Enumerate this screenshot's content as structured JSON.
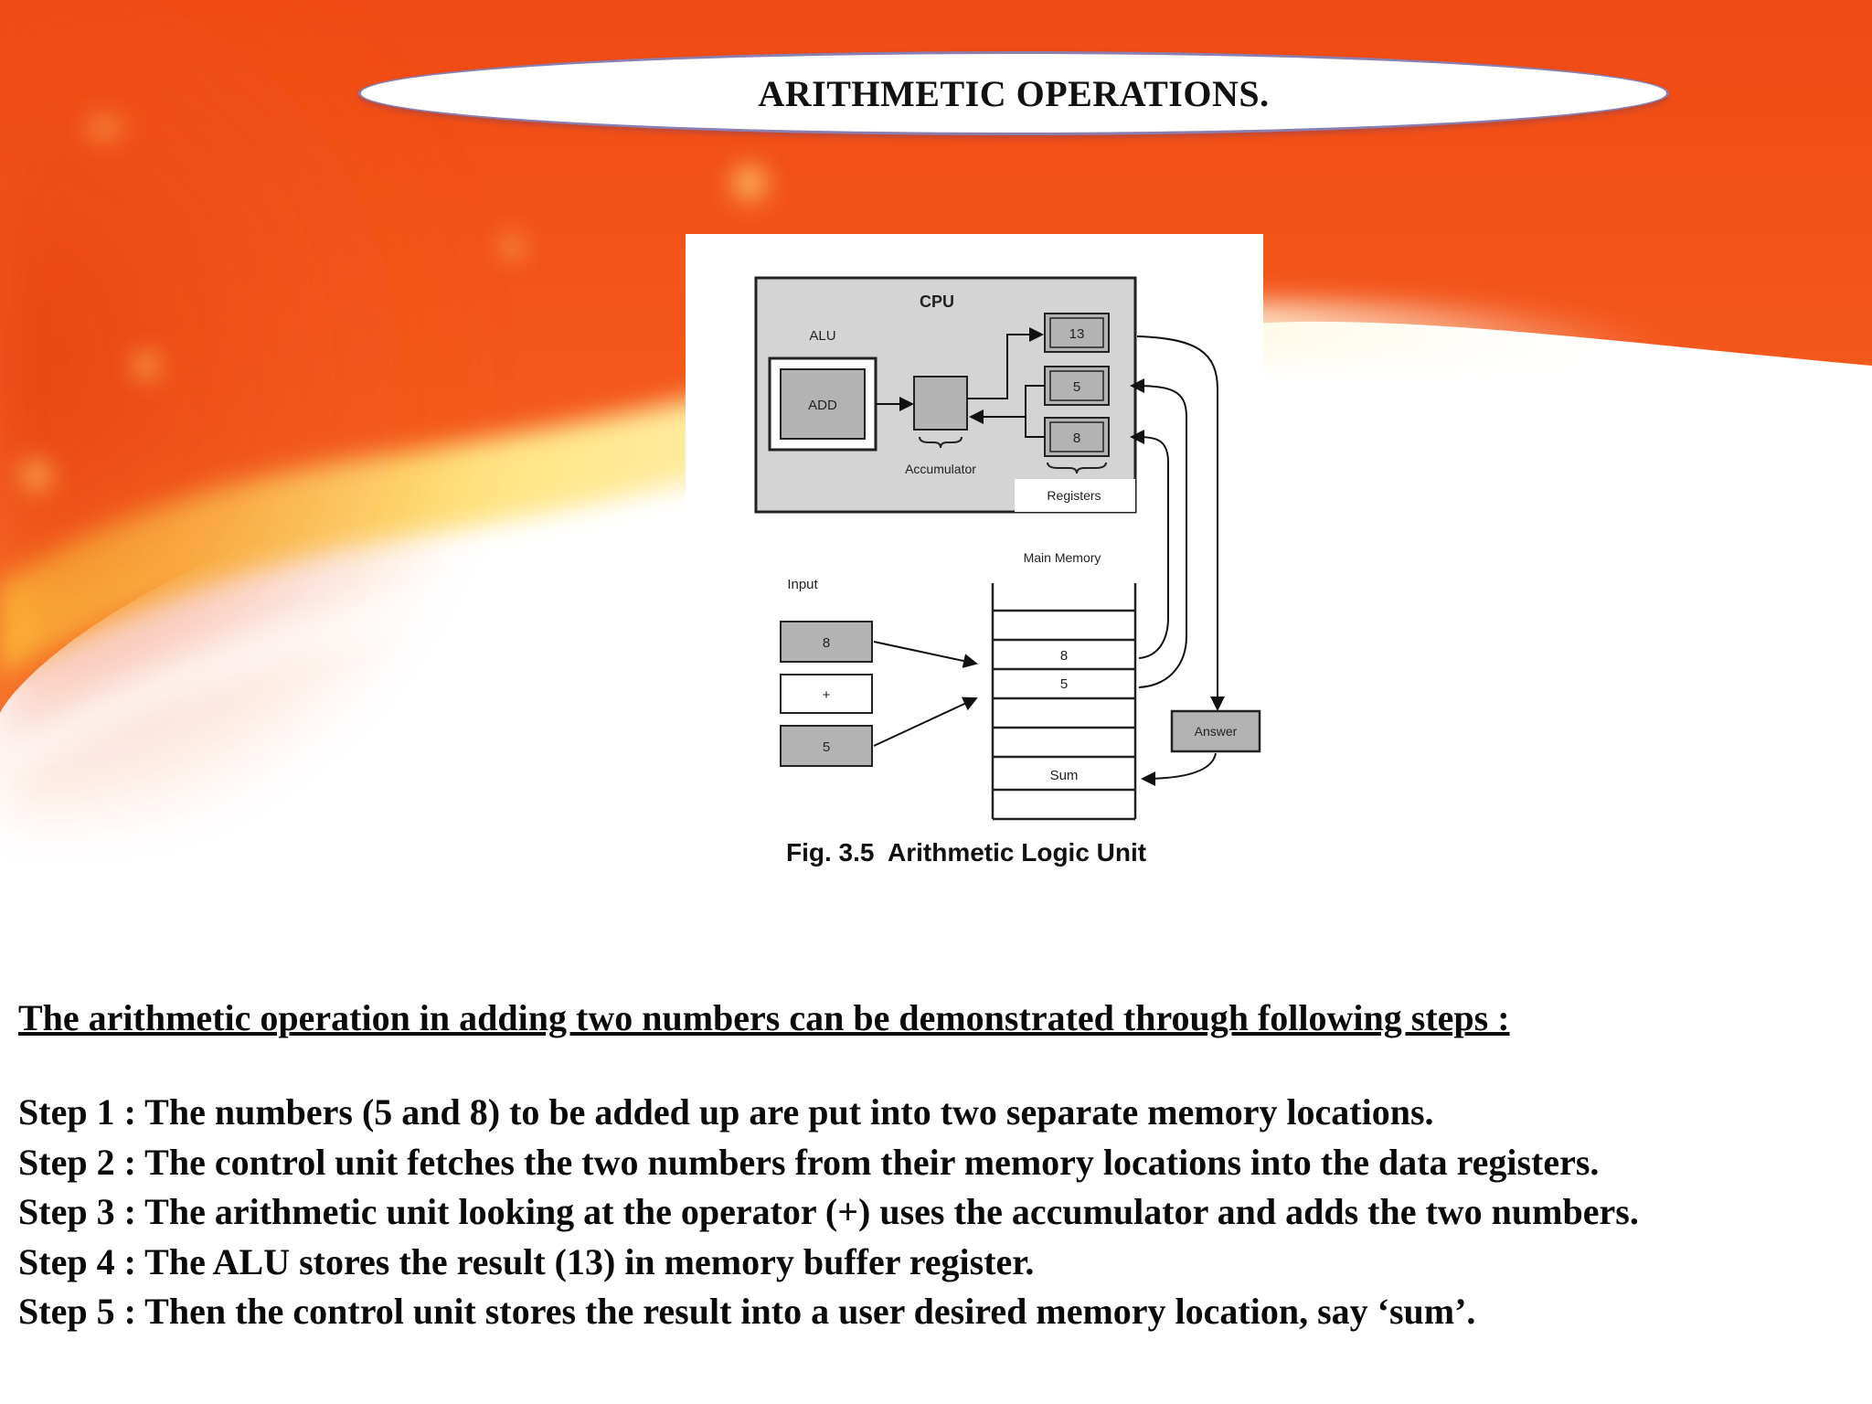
{
  "slide": {
    "title": "ARITHMETIC OPERATIONS."
  },
  "figure": {
    "cpu_label": "CPU",
    "alu_label": "ALU",
    "add_label": "ADD",
    "accumulator_label": "Accumulator",
    "registers_label": "Registers",
    "registers": [
      "13",
      "5",
      "8"
    ],
    "input_label": "Input",
    "inputs": [
      "8",
      "+",
      "5"
    ],
    "main_memory_label": "Main Memory",
    "memory_values": [
      "8",
      "5"
    ],
    "sum_label": "Sum",
    "answer_label": "Answer",
    "caption": "Fig. 3.5  Arithmetic Logic Unit"
  },
  "text": {
    "intro": "The arithmetic operation in adding two numbers can be demonstrated through following steps :",
    "steps": [
      "Step 1 : The numbers (5 and 8) to be added up are put into two separate memory locations.",
      "Step 2 : The control unit fetches the two numbers from their memory locations into the data registers.",
      "Step 3 : The arithmetic unit looking at the operator (+) uses the accumulator and adds the two numbers.",
      "Step 4 : The ALU stores the result (13) in memory buffer register.",
      "Step 5 : Then the control unit stores the result into a user desired memory location, say ‘sum’."
    ]
  },
  "colors": {
    "flame_orange": "#f2551a",
    "flame_yellow": "#ffd84a",
    "cpu_fill": "#d4d4d4",
    "box_fill": "#b3b3b3",
    "oval_border": "#8a7fb0"
  }
}
